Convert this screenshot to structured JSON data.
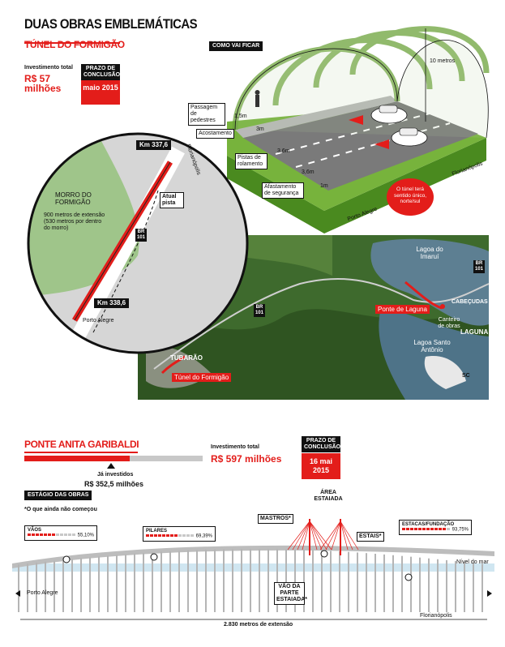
{
  "header": {
    "title": "DUAS OBRAS EMBLEMÁTICAS"
  },
  "tunnel": {
    "title": "TÚNEL DO FORMIGÃO",
    "investment_label": "Investimento total",
    "investment_value": "R$ 57 milhões",
    "deadline_label": "PRAZO DE CONCLUSÃO",
    "deadline_value": "maio 2015",
    "how_label": "COMO VAI FICAR",
    "labels": {
      "pedestrian": "Passagem de pedestres",
      "shoulder": "Acostamento",
      "lanes": "Pistas de rolamento",
      "safety": "Afastamento de segurança",
      "height": "10 metros",
      "d1": "1,5m",
      "d2": "3m",
      "d3": "3,6m",
      "d4": "3,6m",
      "d5": "1m",
      "florianopolis": "Florianópolis",
      "porto_alegre": "Porto Alegre"
    },
    "note": "O túnel terá sentido único, norte/sul",
    "inset": {
      "morro": "MORRO DO FORMIGÃO",
      "desc": "900 metros de extensão (530 metros por dentro do morro)",
      "km_top": "Km 337,6",
      "km_bottom": "Km 338,6",
      "atual": "Atual pista",
      "br": "BR 101",
      "florianopolis": "Florianópolis",
      "porto_alegre": "Porto Alegre"
    }
  },
  "map": {
    "lagoa_imarui": "Lagoa do Imaruí",
    "ponte_laguna": "Ponte de Laguna",
    "cabecudas": "CABEÇUDAS",
    "canteiro": "Canteiro de obras",
    "laguna": "LAGUNA",
    "lagoa_santo_antonio": "Lagoa Santo Antônio",
    "tubarao": "TUBARÃO",
    "tunel_formigao": "Túnel do Formigão",
    "br1": "BR 101",
    "br2": "BR 101",
    "sc": "SC"
  },
  "bridge": {
    "title": "PONTE ANITA GARIBALDI",
    "investment_label": "Investimento total",
    "investment_value": "R$ 597 milhões",
    "invested_label": "Já investidos",
    "invested_value": "R$ 352,5 milhões",
    "invested_fraction": 0.59,
    "deadline_label": "PRAZO DE CONCLUSÃO",
    "deadline_value": "16 mai 2015",
    "stage_title": "ESTÁGIO DAS OBRAS",
    "stage_note": "*O que ainda não começou",
    "stages": [
      {
        "name": "VÃOS",
        "percent": "55,10%",
        "fraction": 0.551
      },
      {
        "name": "PILARES",
        "percent": "69,39%",
        "fraction": 0.6939
      },
      {
        "name": "ESTACAS/FUNDAÇÃO",
        "percent": "93,75%",
        "fraction": 0.9375
      }
    ],
    "area_estaiada": "ÁREA ESTAIADA",
    "mastros": "MASTROS*",
    "estais": "ESTAIS*",
    "vao_estaiada": "VÃO DA PARTE ESTAIADA*",
    "nivel_mar": "Nível do mar",
    "porto_alegre": "Porto Alegre",
    "florianopolis": "Florianópolis",
    "extensao": "2.830 metros de extensão"
  },
  "colors": {
    "accent": "#e31d1a",
    "green": "#4a8a1f",
    "dark": "#111111",
    "grey": "#c8c8c8"
  }
}
